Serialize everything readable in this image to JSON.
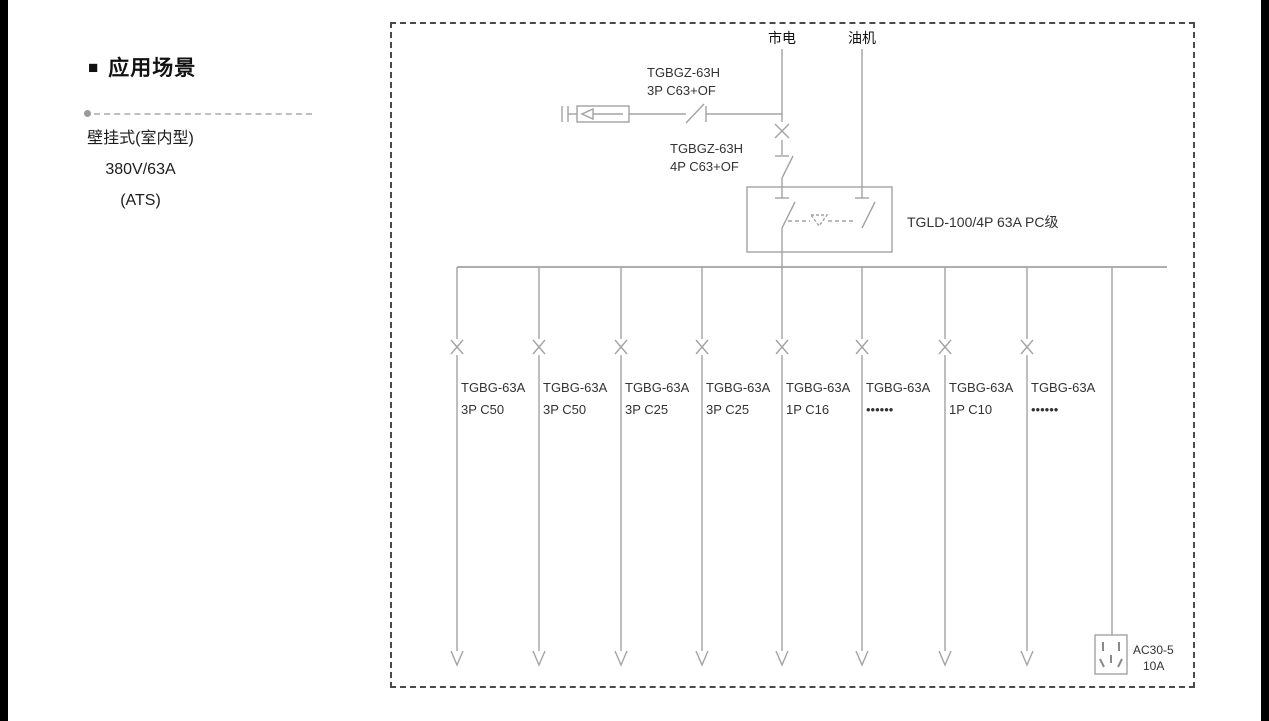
{
  "left_panel": {
    "bullet": "■",
    "title": "应用场景",
    "lines": [
      "壁挂式(室内型)",
      "380V/63A",
      "(ATS)"
    ]
  },
  "diagram": {
    "sources": {
      "mains": "市电",
      "generator": "油机"
    },
    "spd_breaker": {
      "line1": "TGBGZ-63H",
      "line2": "3P C63+OF"
    },
    "main_breaker": {
      "line1": "TGBGZ-63H",
      "line2": "4P C63+OF"
    },
    "ats_label": "TGLD-100/4P 63A PC级",
    "feeders": [
      {
        "model": "TGBG-63A",
        "spec": "3P C50"
      },
      {
        "model": "TGBG-63A",
        "spec": "3P C50"
      },
      {
        "model": "TGBG-63A",
        "spec": "3P C25"
      },
      {
        "model": "TGBG-63A",
        "spec": "3P C25"
      },
      {
        "model": "TGBG-63A",
        "spec": "1P C16"
      },
      {
        "model": "TGBG-63A",
        "spec": "••••••"
      },
      {
        "model": "TGBG-63A",
        "spec": "1P C10"
      },
      {
        "model": "TGBG-63A",
        "spec": "••••••"
      }
    ],
    "socket": {
      "line1": "AC30-5",
      "line2": "10A"
    },
    "line_color": "#a3a3a3",
    "text_color": "#333333"
  }
}
